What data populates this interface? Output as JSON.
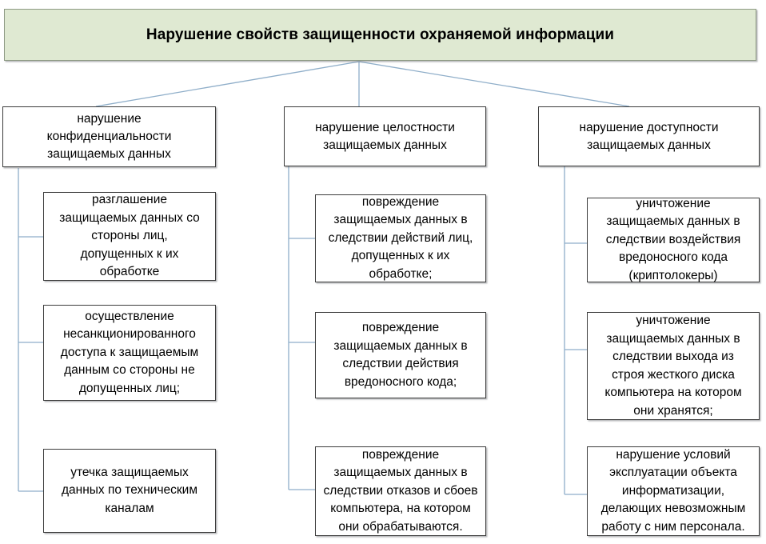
{
  "diagram": {
    "title": "Нарушение свойств защищенности охраняемой информации",
    "colors": {
      "root_fill": "#dfe9d2",
      "root_border": "#8e9a84",
      "node_fill": "#ffffff",
      "node_border": "#3d3d3d",
      "connector": "#8faec9",
      "text": "#000000",
      "background": "#ffffff"
    },
    "root": {
      "label": "Нарушение свойств защищенности охраняемой информации"
    },
    "branches": [
      {
        "id": "confidentiality",
        "heading": "нарушение\nконфиденциальности\nзащищаемых данных",
        "items": [
          {
            "label": "разглашение\nзащищаемых данных со\nстороны лиц,\nдопущенных к их\nобработке"
          },
          {
            "label": "осуществление\nнесанкционированного\nдоступа  к защищаемым\nданным со стороны не\nдопущенных лиц;"
          },
          {
            "label": "утечка защищаемых\nданных по техническим\nканалам"
          }
        ]
      },
      {
        "id": "integrity",
        "heading": "нарушение целостности\nзащищаемых данных",
        "items": [
          {
            "label": "повреждение\nзащищаемых данных в\nследствии действий лиц,\nдопущенных к их\nобработке;"
          },
          {
            "label": "повреждение\nзащищаемых данных в\nследствии действия\nвредоносного кода;"
          },
          {
            "label": "повреждение\nзащищаемых данных в\nследствии отказов и сбоев\nкомпьютера, на котором\nони обрабатываются."
          }
        ]
      },
      {
        "id": "availability",
        "heading": "нарушение доступности\nзащищаемых данных",
        "items": [
          {
            "label": "уничтожение\nзащищаемых данных в\nследствии воздействия\nвредоносного кода\n(криптолокеры)"
          },
          {
            "label": "уничтожение\nзащищаемых данных в\nследствии выхода из\nстроя жесткого диска\nкомпьютера на котором\nони хранятся;"
          },
          {
            "label": "нарушение условий\nэксплуатации объекта\nинформатизации,\nделающих невозможным\nработу с ним персонала."
          }
        ]
      }
    ]
  }
}
